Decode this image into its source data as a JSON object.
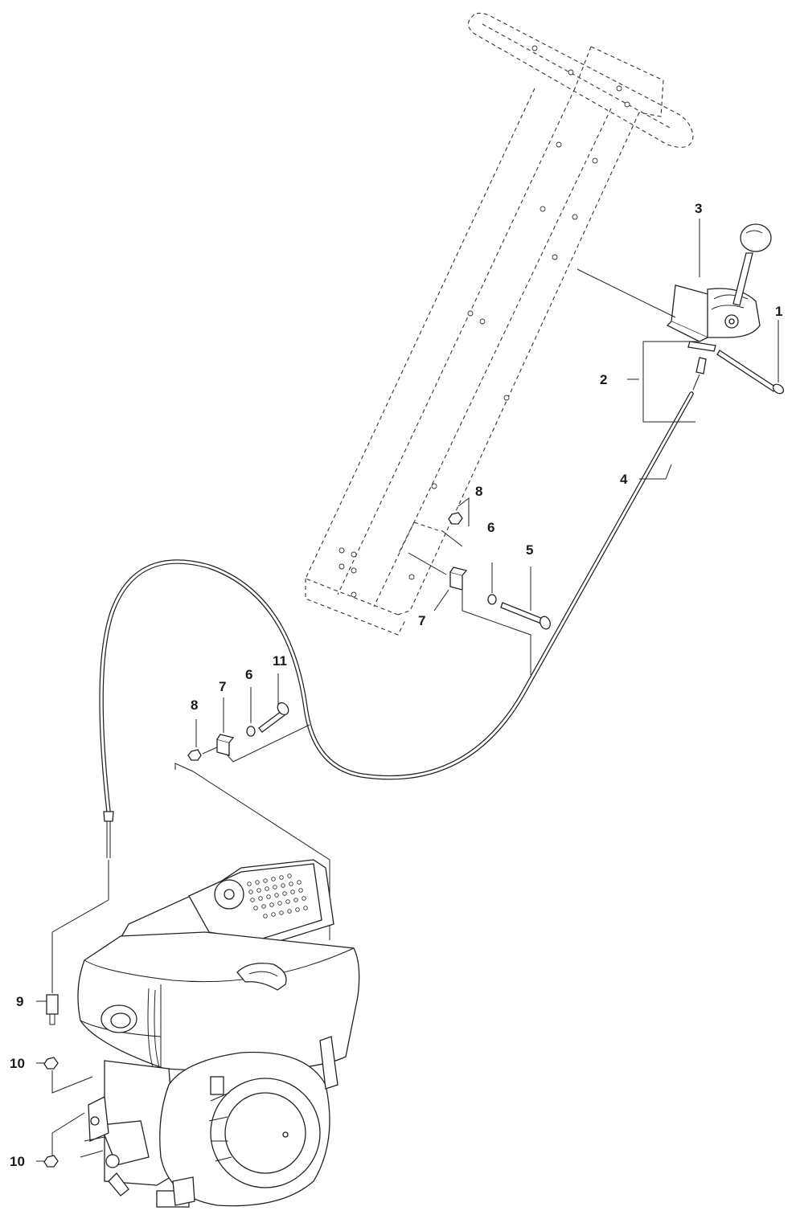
{
  "diagram": {
    "callouts": [
      {
        "id": "c1",
        "text": "1"
      },
      {
        "id": "c2",
        "text": "2"
      },
      {
        "id": "c3",
        "text": "3"
      },
      {
        "id": "c4",
        "text": "4"
      },
      {
        "id": "c5",
        "text": "5"
      },
      {
        "id": "c6a",
        "text": "6"
      },
      {
        "id": "c7a",
        "text": "7"
      },
      {
        "id": "c8a",
        "text": "8"
      },
      {
        "id": "c6b",
        "text": "6"
      },
      {
        "id": "c7b",
        "text": "7"
      },
      {
        "id": "c8b",
        "text": "8"
      },
      {
        "id": "c11",
        "text": "11"
      },
      {
        "id": "c9",
        "text": "9"
      },
      {
        "id": "c10a",
        "text": "10"
      },
      {
        "id": "c10b",
        "text": "10"
      }
    ]
  }
}
